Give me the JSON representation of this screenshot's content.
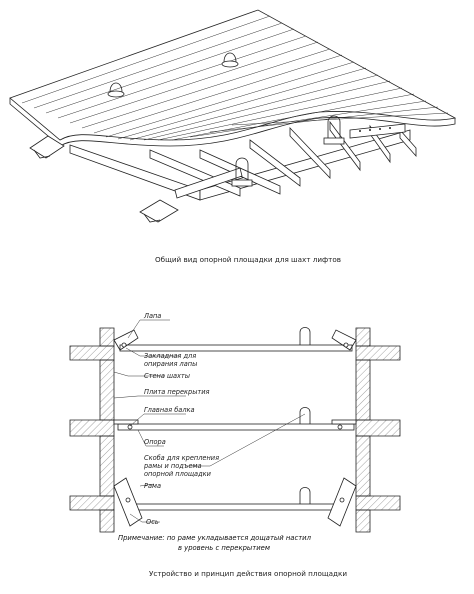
{
  "top_figure": {
    "caption": "Общий вид опорной площадки для шахт лифтов"
  },
  "bottom_figure": {
    "caption": "Устройство и принцип действия опорной площадки",
    "labels": {
      "lapa": "Лапа",
      "zakladnaya_1": "Закладная для",
      "zakladnaya_2": "опирания лапы",
      "stena": "Стена шахты",
      "plita": "Плита перекрытия",
      "balka": "Главная балка",
      "opora": "Опора",
      "skoba_1": "Скоба для крепления",
      "skoba_2": "рамы и подъема",
      "skoba_3": "опорной площадки",
      "rama": "Рама",
      "os": "Ось"
    },
    "note_1": "Примечание: по раме укладывается дощатый настил",
    "note_2": "в уровень с перекрытием"
  }
}
